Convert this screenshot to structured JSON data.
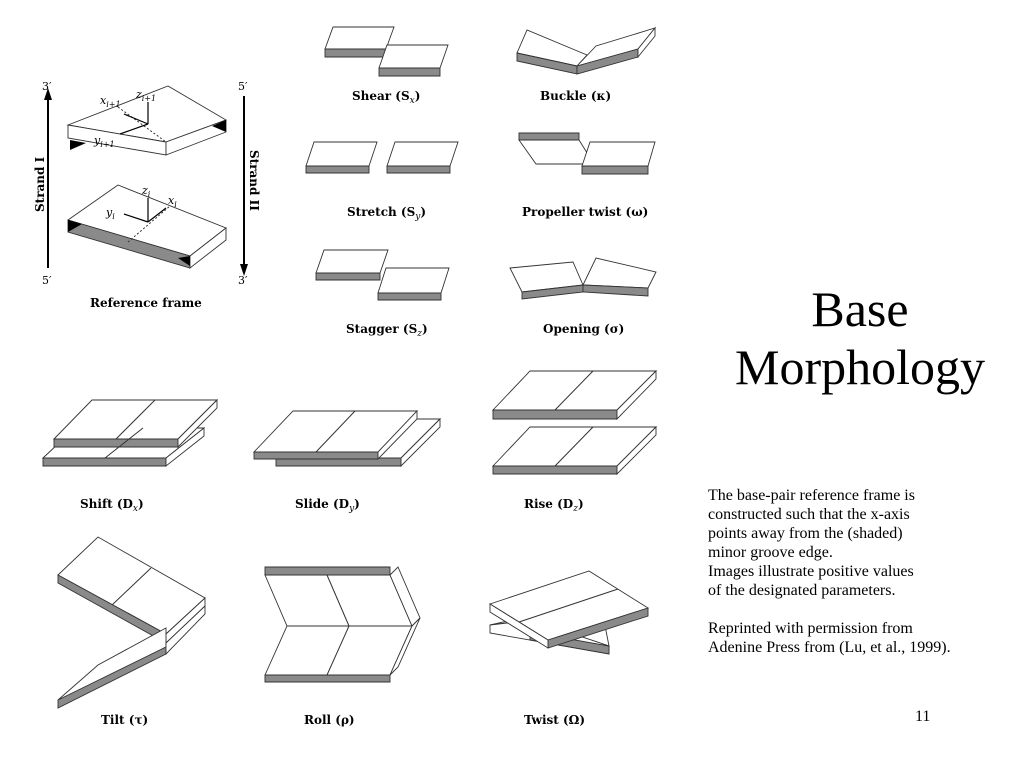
{
  "slide": {
    "title_line1": "Base",
    "title_line2": "Morphology",
    "description": [
      "The base-pair reference frame is",
      "constructed such that the x-axis",
      "points away from the (shaded)",
      "minor groove edge.",
      "Images illustrate positive values",
      "of the designated parameters."
    ],
    "credit": [
      "Reprinted with permission from",
      "Adenine Press from (Lu, et al., 1999)."
    ],
    "page_number": "11"
  },
  "figure": {
    "reference_frame": {
      "caption": "Reference frame",
      "strand_left": "Strand I",
      "strand_right": "Strand II",
      "left_top": "3′",
      "left_bottom": "5′",
      "right_top": "5′",
      "right_bottom": "3′",
      "axis_labels_upper": [
        "x",
        "i+1",
        "z",
        "i+1",
        "y",
        "i+1"
      ],
      "axis_labels_lower": [
        "y",
        "i",
        "z",
        "i",
        "x",
        "i"
      ]
    },
    "captions": {
      "shear": "Shear (S",
      "shear_sub": "x",
      "buckle": "Buckle (κ)",
      "stretch": "Stretch (S",
      "stretch_sub": "y",
      "propeller": "Propeller twist (ω)",
      "stagger": "Stagger (S",
      "stagger_sub": "z",
      "opening": "Opening (σ)",
      "shift": "Shift (D",
      "shift_sub": "x",
      "slide": "Slide (D",
      "slide_sub": "y",
      "rise": "Rise (D",
      "rise_sub": "z",
      "tilt": "Tilt (τ)",
      "roll": "Roll (ρ)",
      "twist": "Twist (Ω)"
    }
  }
}
